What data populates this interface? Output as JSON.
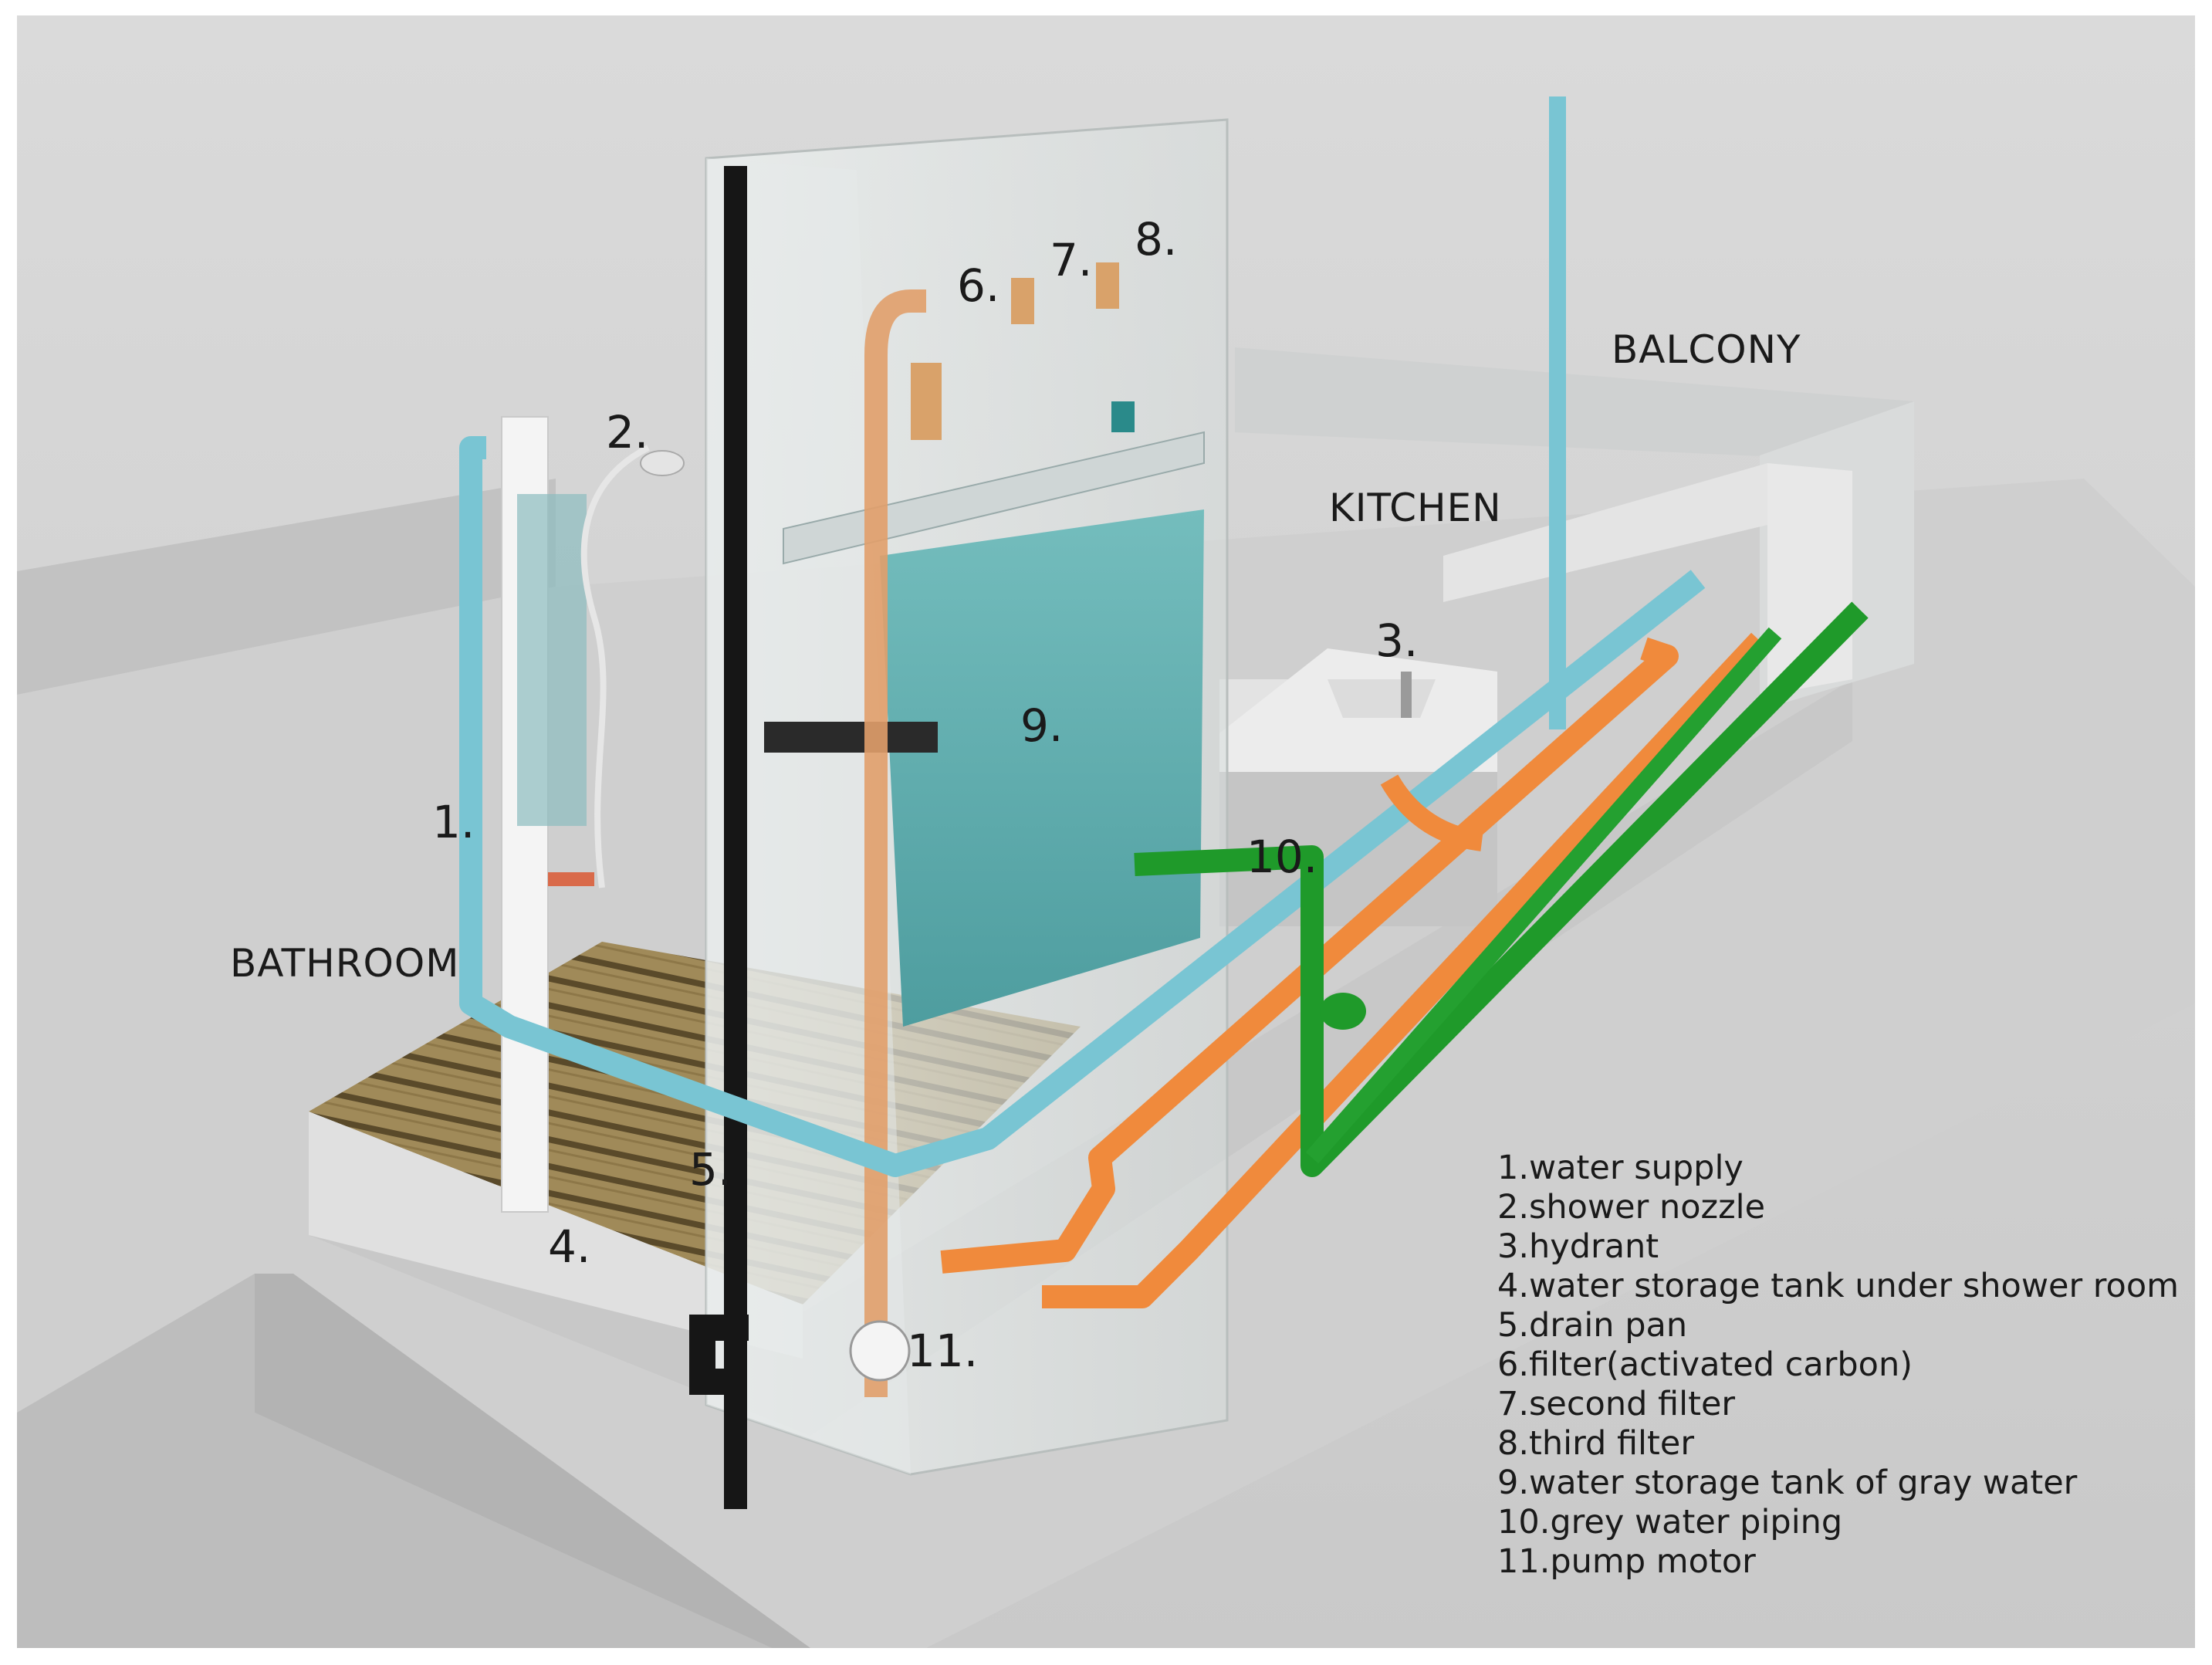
{
  "colors": {
    "background": "#d3d3d3",
    "water_supply_pipe": "#79c5d3",
    "orange_pipe": "#f08a3c",
    "grey_water_pipe": "#1f9a2a",
    "drain_pipe": "#161616",
    "tank_water": "#5fb0b0",
    "wood_deck": "#8a7447"
  },
  "rooms": {
    "bathroom": "BATHROOM",
    "kitchen": "KITCHEN",
    "balcony": "BALCONY"
  },
  "callouts": {
    "n1": "1.",
    "n2": "2.",
    "n3": "3.",
    "n4": "4.",
    "n5": "5.",
    "n6": "6.",
    "n7": "7.",
    "n8": "8.",
    "n9": "9.",
    "n10": "10.",
    "n11": "11."
  },
  "legend": [
    "1.water supply",
    "2.shower nozzle",
    "3.hydrant",
    "4.water storage tank under shower room",
    "5.drain pan",
    "6.filter(activated carbon)",
    "7.second filter",
    "8.third filter",
    "9.water storage tank of gray water",
    "10.grey water piping",
    "11.pump motor"
  ]
}
